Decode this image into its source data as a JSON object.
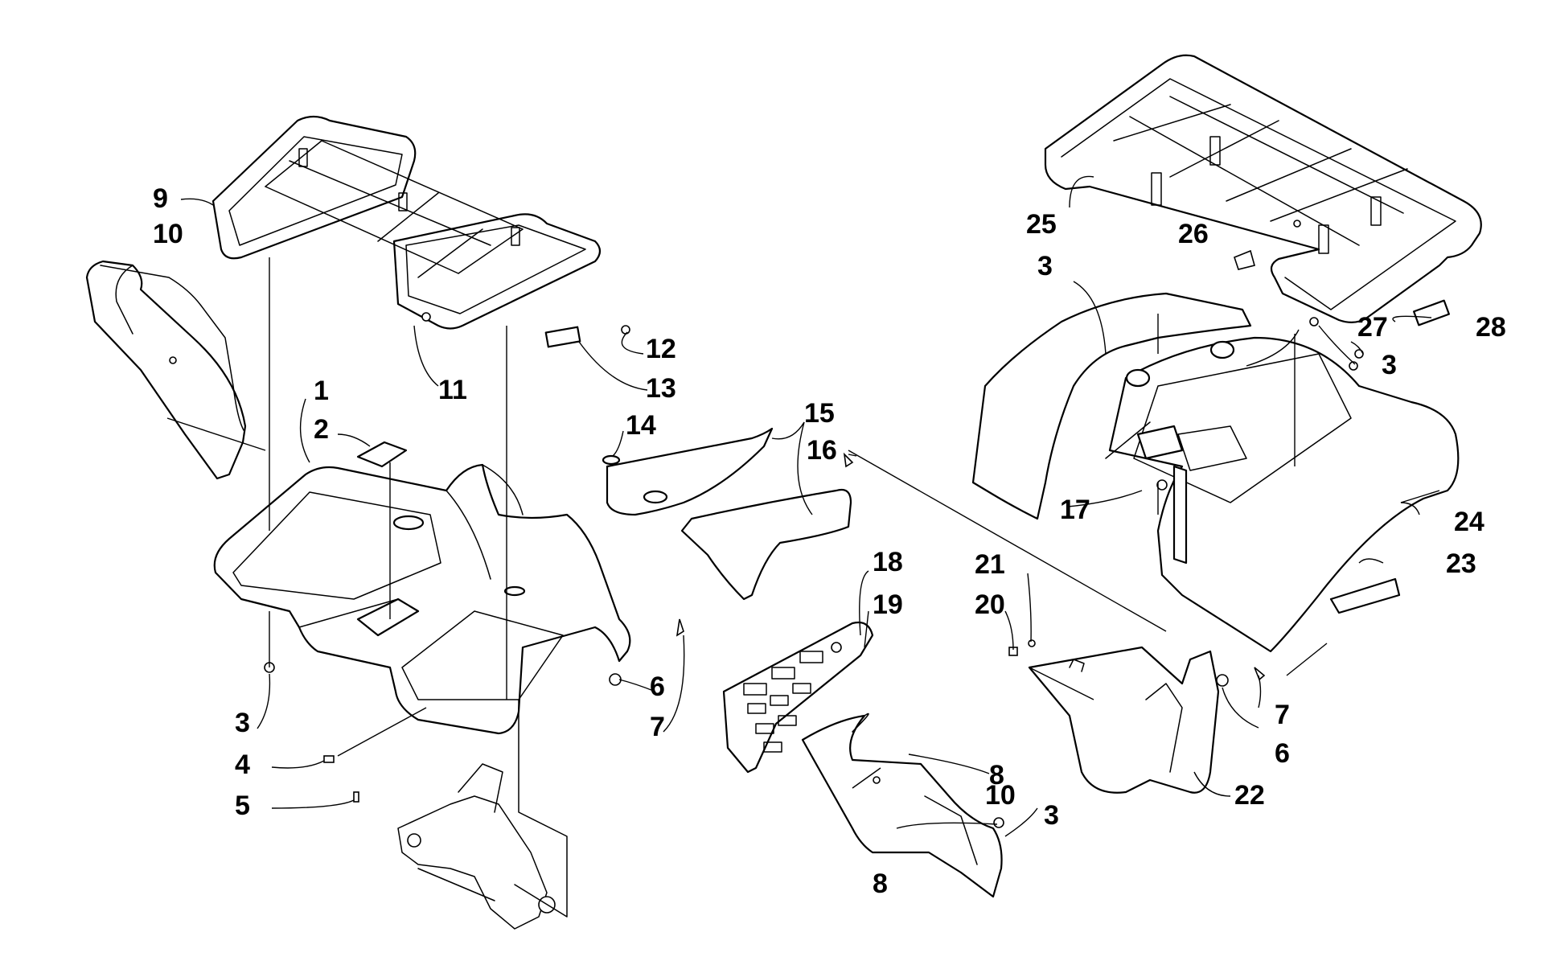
{
  "diagram": {
    "callouts": [
      "1",
      "2",
      "3",
      "4",
      "5",
      "6",
      "7",
      "8",
      "9",
      "10",
      "11",
      "12",
      "13",
      "14",
      "15",
      "16",
      "17",
      "18",
      "19",
      "20",
      "21",
      "22",
      "23",
      "24",
      "25",
      "26",
      "27",
      "28"
    ],
    "labels": {
      "front_fender_1": "1",
      "access_cover_2": "2",
      "nut_3_left": "3",
      "clip_4": "4",
      "screw_5": "5",
      "bushing_6_left": "6",
      "fastener_7_left": "7",
      "front_rack_9": "9",
      "side_panel_10_left": "10",
      "screw_11": "11",
      "screw_12": "12",
      "reflector_13": "13",
      "ring_14": "14",
      "side_covers_15": "15",
      "screw_16": "16",
      "screw_17": "17",
      "dash_panel_18": "18",
      "fastener_19": "19",
      "washer_20": "20",
      "screw_21": "21",
      "splash_guard_22": "22",
      "decal_23": "23",
      "rear_fender_24": "24",
      "rear_rack_25": "25",
      "fastener_26": "26",
      "screw_27": "27",
      "reflector_28": "28",
      "nut_3_rear_left": "3",
      "nut_3_rear_right": "3",
      "nut_3_lower": "3",
      "bushing_6_right": "6",
      "fastener_7_right": "7",
      "screw_8_upper": "8",
      "screw_8_lower": "8",
      "side_panel_10_right": "10"
    }
  }
}
